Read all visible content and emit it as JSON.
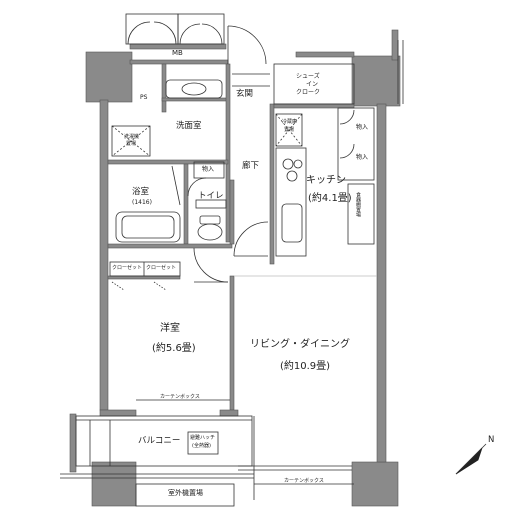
{
  "rooms": {
    "mb": "MB",
    "ps": "PS",
    "entrance": "玄関",
    "shoes_line1": "シューズ",
    "shoes_line2": "イン",
    "shoes_line3": "クローク",
    "washroom": "洗面室",
    "washer_line1": "洗濯機",
    "washer_line2": "置場",
    "fridge_line1": "冷蔵庫",
    "fridge_line2": "置場",
    "storage_a": "物入",
    "storage_b": "物入",
    "storage_c": "物入",
    "hallway": "廊下",
    "kitchen": "キッチン",
    "kitchen_area": "(約4.1畳)",
    "bath": "浴室",
    "bath_size": "(1416)",
    "toilet": "トイレ",
    "pantry": "食器棚置場",
    "closet_a": "クローゼット",
    "closet_b": "クローゼット",
    "western_room": "洋室",
    "western_area": "(約5.6畳)",
    "living": "リビング・ダイニング",
    "living_area": "(約10.9畳)",
    "curtain_box_a": "カーテンボックス",
    "curtain_box_b": "カーテンボックス",
    "balcony": "バルコニー",
    "hatch_line1": "避難ハッチ",
    "hatch_line2": "(全熱器)",
    "ac_unit": "室外機置場",
    "north": "N"
  },
  "colors": {
    "wall": "#8a8a8a",
    "wall_edge": "#444444",
    "line": "#333333"
  }
}
